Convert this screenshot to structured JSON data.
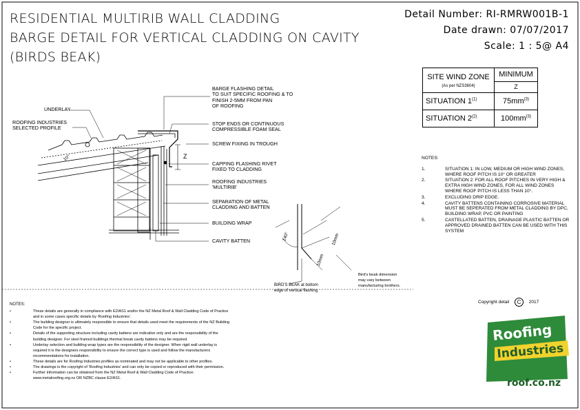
{
  "title": {
    "line1": "RESIDENTIAL MULTIRIB WALL CLADDING",
    "line2": "BARGE DETAIL FOR VERTICAL CLADDING ON CAVITY",
    "line3": "(BIRDS BEAK)"
  },
  "meta": {
    "detail_number": "Detail Number:  RI-RMRW001B-1",
    "date_drawn": "Date drawn:  07/07/2017",
    "scale": "Scale:   1 : 5@ A4"
  },
  "wind_table": {
    "header_left": "SITE WIND ZONE",
    "header_left_sub": "(As per NZS3604)",
    "header_right": "MINIMUM",
    "header_right_sub": "Z",
    "row1_label": "SITUATION 1",
    "row1_ref": "(1)",
    "row1_value": "75mm",
    "row1_value_ref": "(3)",
    "row2_label": "SITUATION 2",
    "row2_ref": "(2)",
    "row2_value": "100mm",
    "row2_value_ref": "(3)"
  },
  "notes_right": {
    "heading": "NOTES:",
    "items": [
      {
        "num": "1.",
        "text": "SITUATION 1: IN LOW, MEDIUM OR HIGH WIND ZONES, WHERE ROOF PITCH IS 10° OR GREATER"
      },
      {
        "num": "2.",
        "text": "SITUATION 2: FOR ALL ROOF PITCHES IN VERY HIGH & EXTRA HIGH WIND ZONES, FOR ALL WIND ZONES WHERE ROOF PITCH IS LESS THAN 10°."
      },
      {
        "num": "3.",
        "text": "EXCLUDING DRIP EDGE."
      },
      {
        "num": "4.",
        "text": "CAVITY BATTENS CONTAINING CORROSIVE MATERIAL MUST BE SEPERATED FROM METAL CLADDING BY DPC, BUILDING WRAP, PVC OR PAINTING"
      },
      {
        "num": "5.",
        "text": "CASTELLATED BATTEN, DRAINAGE PLASTIC BATTEN OR APPROVED DRAINED BATTEN CAN BE USED WITH THIS SYSTEM"
      }
    ]
  },
  "notes_bottom": {
    "heading": "NOTES:",
    "items": [
      "These details are generally in compliance with E2/AS1 and/or the NZ Metal Roof & Wall Cladding Code of Practice",
      "and in some cases specific details by 'Roofing Industries'.",
      "The building designer is ultimately responsible to ensure that details used meet the requirements of the NZ Building",
      "Code for the specific project.",
      "Details of the supporting structure including cavity battens are indicative only and are the responsibility of the",
      "building designer.  For steel framed buildings thermal break cavity battens may be required.",
      "Underlay selection and building wrap types are the responsibility of the designer.  When rigid wall underlay is",
      "required it is the designers responsibility to ensure the correct type is used and follow the manufacturers",
      "recommendations for installation.",
      "These details are for Roofing Industries profiles as nominated and may not be applicable to other profiles.",
      "The drawings is the copyright of 'Roofing Industries' and can only be copied or reproduced with their permission.",
      "Further information can be obtained from the NZ Metal Roof & Wall Cladding Code of Practice:",
      "www.metalroofing.org.nz OR NZBC clause E2/AS1."
    ],
    "bullet_rows": [
      0,
      2,
      4,
      6,
      9,
      10,
      11
    ]
  },
  "callouts": {
    "barge_flashing": "BARGE FLASHING DETAIL\nTO SUIT SPECIFIC ROOFING & TO\nFINISH 2-5mm FROM PAN\nOF ROOFING",
    "underlay": "UNDERLAY",
    "roofing_profile": "ROOFING INDUSTRIES\nSELECTED PROFILE",
    "stop_ends": "STOP ENDS OR CONTINUOUS\nCOMPRESSIBLE FOAM SEAL",
    "screw_fixing": "SCREW FIXING IN TROUGH",
    "capping_rivet": "CAPPING FLASHING RIVET\nFIXED TO CLADDING",
    "multirib": "ROOFING INDUSTRIES\n'MULTIRIB'",
    "separation": "SEPARATION OF METAL\nCLADDING AND BATTEN",
    "building_wrap": "BUILDING WRAP",
    "cavity_batten": "CAVITY BATTEN",
    "dim_z": "Z",
    "dim_10deg": "10°",
    "dim_140": "140°",
    "dim_10mm_a": "10mm",
    "dim_10mm_b": "10mm",
    "birds_beak": "BIRD'S BEAK at bottom\nedge of vertical flashing",
    "birds_beak_note": "Bird's beak dimension\nmay vary between\nmanufacturing brothers."
  },
  "copyright": "Copyright detail",
  "copyright_year": "2017",
  "logo": {
    "word1": "Roofing",
    "word2": "Industries",
    "url": "roof.co.nz",
    "green": "#2e8b3a",
    "yellow": "#f2d22e"
  }
}
